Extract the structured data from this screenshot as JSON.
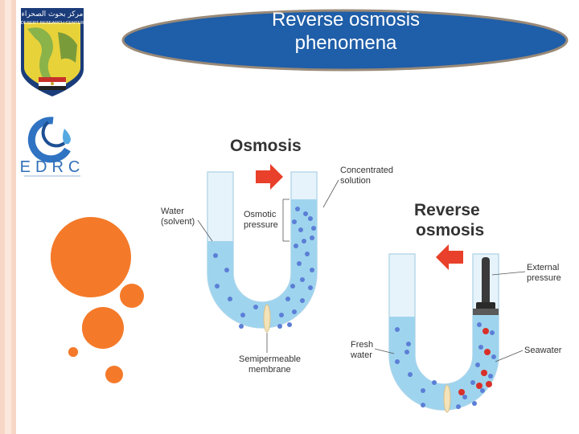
{
  "slide": {
    "title_line1": "Reverse osmosis",
    "title_line2": "phenomena"
  },
  "logos": {
    "drc_top_text": "مركز بحوث الصحراء",
    "drc_bottom_text": "DESERT RESEARCH CENTER",
    "edrc_text": "EDRC"
  },
  "osmosis": {
    "heading": "Osmosis",
    "concentrated_1": "Concentrated",
    "concentrated_2": "solution",
    "water_1": "Water",
    "water_2": "(solvent)",
    "osmotic_1": "Osmotic",
    "osmotic_2": "pressure",
    "membrane_1": "Semipermeable",
    "membrane_2": "membrane"
  },
  "reverse": {
    "heading_1": "Reverse",
    "heading_2": "osmosis",
    "external_1": "External",
    "external_2": "pressure",
    "fresh_1": "Fresh",
    "fresh_2": "water",
    "seawater": "Seawater"
  },
  "colors": {
    "accent_orange": "#f47a2a",
    "title_blue": "#1f5ea8",
    "water_blue": "#9fd4ee",
    "arrow_red": "#e8402a",
    "dot_blue": "#5b7fd6",
    "dot_red": "#d9302a"
  }
}
